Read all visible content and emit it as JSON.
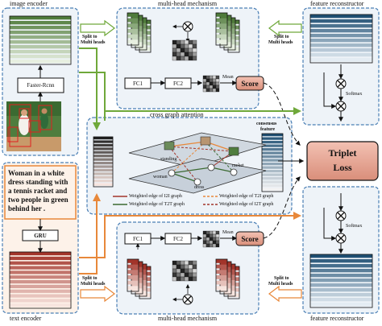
{
  "panels": {
    "image_encoder": "image encoder",
    "text_encoder": "text encoder",
    "multi_head_top": "multi-head mechanism",
    "multi_head_bottom": "multi-head mechanism",
    "feature_reconstructor_top": "feature reconstructor",
    "feature_reconstructor_bottom": "feature reconstructor",
    "cross_graph_attention": "cross graph attention"
  },
  "modules": {
    "faster_rcnn": "Faster-Rcnn",
    "gru": "GRU",
    "fc1": "FC1",
    "fc2": "FC2",
    "score": "Score",
    "mean": "Mean",
    "softmax": "Softmax",
    "triplet_loss_line1": "Triplet",
    "triplet_loss_line2": "Loss",
    "consensus_feature_line1": "consensus",
    "consensus_feature_line2": "feature"
  },
  "arrows": {
    "split_top_left_1": "Split to",
    "split_top_left_2": "Multi heads",
    "split_top_right_1": "Split to",
    "split_top_right_2": "Multi heads",
    "split_bottom_left_1": "Split to",
    "split_bottom_left_2": "Multi heads",
    "split_bottom_right_1": "Split to",
    "split_bottom_right_2": "Multi heads"
  },
  "caption_text": [
    "Woman in a white",
    "dress standing with",
    "a tennis racket and",
    "two people in green",
    "behind her ."
  ],
  "graph_nodes": {
    "standing": "standing",
    "racket": "racket",
    "woman": "woman",
    "dress": "dress"
  },
  "legend": {
    "i2i": "Weighted edge of I2I graph",
    "t2t": "Weighted edge of T2T graph",
    "t2i": "Weighted edge of T2I graph",
    "i2t": "Weighted edge of I2T graph"
  },
  "colors": {
    "panel_border": "#4a7fb5",
    "panel_fill": "#eef3f8",
    "orange_panel_fill": "#fdf2e9",
    "orange_panel_border": "#e8883a",
    "green_arrow": "#6fa83a",
    "orange_arrow": "#e8883a",
    "score_fill": "#e8a898",
    "triplet_fill": "#e8a898",
    "green_stripe_dark": "#4e7a3a",
    "green_stripe_light": "#e7efe0",
    "blue_stripe_dark": "#1f4f73",
    "blue_stripe_light": "#e4ecf3",
    "red_stripe_dark": "#a2342a",
    "red_stripe_light": "#f7e4de"
  },
  "icons": [
    "photo-icon",
    "multiply-icon",
    "graph-icon",
    "matrix-icon",
    "tensor-stack-icon"
  ]
}
